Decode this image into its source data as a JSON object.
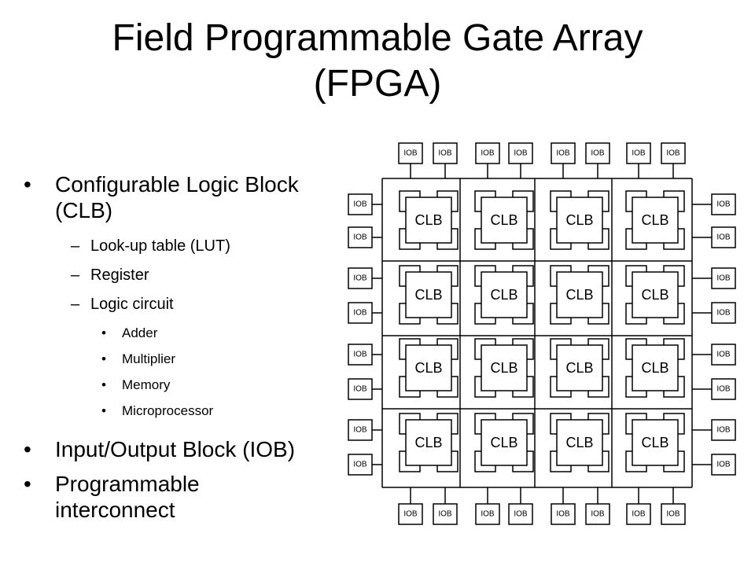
{
  "slide": {
    "title_line1": "Field Programmable Gate Array",
    "title_line2": "(FPGA)"
  },
  "bullets": [
    {
      "text_line1": "Configurable Logic Block",
      "text_line2": "(CLB)"
    },
    {
      "text": "Look-up table (LUT)"
    },
    {
      "text": "Register"
    },
    {
      "text": "Logic circuit"
    },
    {
      "text": "Adder"
    },
    {
      "text": "Multiplier"
    },
    {
      "text": "Memory"
    },
    {
      "text": "Microprocessor"
    },
    {
      "text": "Input/Output Block (IOB)"
    },
    {
      "text_line1": "Programmable",
      "text_line2": "interconnect"
    }
  ],
  "symbols": {
    "bullet": "•",
    "dash": "–"
  },
  "diagram": {
    "clb_label": "CLB",
    "iob_label": "IOB",
    "clb_rows": 4,
    "clb_cols": 4,
    "iob_per_side": 8
  }
}
